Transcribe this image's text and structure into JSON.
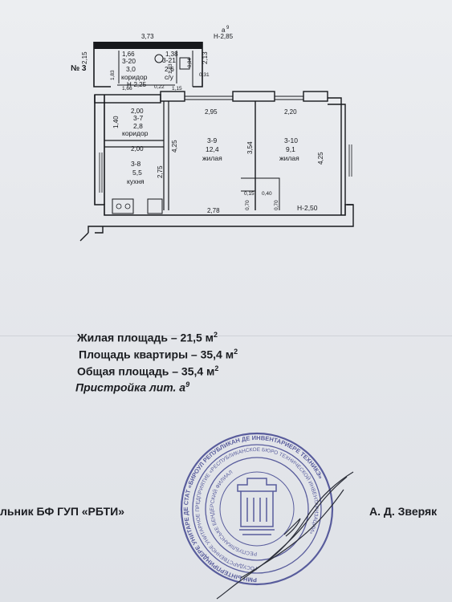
{
  "plan": {
    "apartment_no": "№ 3",
    "annex_letter": "а",
    "annex_sup": "9",
    "heights": {
      "annex": "Н-2,85",
      "annex_corridor": "Н-2,25",
      "main": "Н-2,50"
    },
    "dims": {
      "top_total": "3,73",
      "annex_left": "1,66",
      "annex_left_bottom": "1,66",
      "annex_right": "1,38",
      "annex_side": "2,15",
      "annex_right_side": "2,13",
      "annex_small_1": "1,83",
      "annex_small_2": "1,83",
      "annex_small_3": "0,22",
      "annex_small_4": "1,15",
      "annex_small_5": "0,31",
      "annex_small_6": "0,84",
      "corridor_width": "2,00",
      "corridor_height": "1,40",
      "kitchen_width": "2,00",
      "kitchen_height": "2,75",
      "room9_width": "2,95",
      "room9_height": "4,25",
      "room10_width": "2,20",
      "room10_height": "4,25",
      "partition": "3,54",
      "bottom": "2,78",
      "closet_a": "0,15",
      "closet_b": "0,40",
      "closet_c": "0,70",
      "closet_d": "0,70"
    },
    "rooms": [
      {
        "code": "3-20",
        "area": "3,0",
        "name": "коридор"
      },
      {
        "code": "3-21",
        "area": "2,6",
        "name": "с/у"
      },
      {
        "code": "3-7",
        "area": "2,8",
        "name": "коридор"
      },
      {
        "code": "3-8",
        "area": "5,5",
        "name": "кухня"
      },
      {
        "code": "3-9",
        "area": "12,4",
        "name": "жилая"
      },
      {
        "code": "3-10",
        "area": "9,1",
        "name": "жилая"
      }
    ]
  },
  "summary": {
    "living": {
      "label": "Жилая площадь – 21,5 м",
      "sup": "2"
    },
    "apartment": {
      "label": "Площадь квартиры – 35,4 м",
      "sup": "2"
    },
    "total": {
      "label": "Общая площадь – 35,4 м",
      "sup": "2"
    },
    "annex": {
      "label": "Пристройка  лит. а",
      "sup": "9"
    }
  },
  "footer": {
    "left": "льник БФ ГУП «РБТИ»",
    "right": "А. Д. Зверяк"
  },
  "stamp": {
    "outer_text": "РМН ЫНТЕРПРИНДЕРЕ УНИТАРЕ ДЕ СТАТ «БИРОУЛ РЕПУБЛИКАН ДЕ ИНВЕНТАРИЕРЕ ТЕХНИКЭ»",
    "middle_text": "ГОСУДАРСТВЕННОЕ УНИТАРНОЕ ПРЕДПРИЯТИЕ «РЕСПУБЛИКАНСКОЕ БЮРО ТЕХНИЧЕСКОЙ ИНВЕНТАРИЗАЦИИ»",
    "inner_text": "РЕСПУБЛІКАНСЬКЕ БЕНДЕРСКИЙ ФИЛИАЛ",
    "color": "#3b3f8c"
  }
}
